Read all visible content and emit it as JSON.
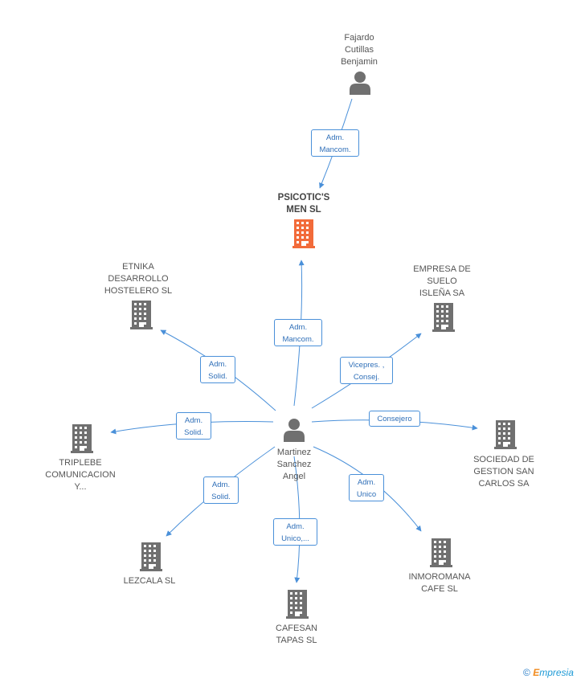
{
  "nodes": {
    "fajardo": {
      "label": "Fajardo\nCutillas\nBenjamin",
      "type": "person"
    },
    "psicotics": {
      "label": "PSICOTIC'S\nMEN SL",
      "type": "company-main"
    },
    "martinez": {
      "label": "Martinez\nSanchez\nAngel",
      "type": "person"
    },
    "etnika": {
      "label": "ETNIKA\nDESARROLLO\nHOSTELERO SL",
      "type": "company"
    },
    "empresa": {
      "label": "EMPRESA DE\nSUELO\nISLEÑA SA",
      "type": "company"
    },
    "triplebe": {
      "label": "TRIPLEBE\nCOMUNICACION\nY...",
      "type": "company"
    },
    "sociedad": {
      "label": "SOCIEDAD DE\nGESTION SAN\nCARLOS SA",
      "type": "company"
    },
    "lezcala": {
      "label": "LEZCALA SL",
      "type": "company"
    },
    "inmoromana": {
      "label": "INMOROMANA\nCAFE SL",
      "type": "company"
    },
    "cafesan": {
      "label": "CAFESAN\nTAPAS  SL",
      "type": "company"
    }
  },
  "edges": {
    "fajardo_psicotics": "Adm.\nMancom.",
    "martinez_psicotics": "Adm.\nMancom.",
    "martinez_etnika": "Adm.\nSolid.",
    "martinez_empresa": "Vicepres. ,\nConsej.",
    "martinez_triplebe": "Adm.\nSolid.",
    "martinez_sociedad": "Consejero",
    "martinez_lezcala": "Adm.\nSolid.",
    "martinez_inmoromana": "Adm.\nUnico",
    "martinez_cafesan": "Adm.\nUnico,..."
  },
  "colors": {
    "edge": "#4a90d9",
    "node": "#707070",
    "main_node": "#f26b3a"
  },
  "credit": {
    "symbol": "©",
    "brand_initial": "E",
    "brand_rest": "mpresia"
  }
}
